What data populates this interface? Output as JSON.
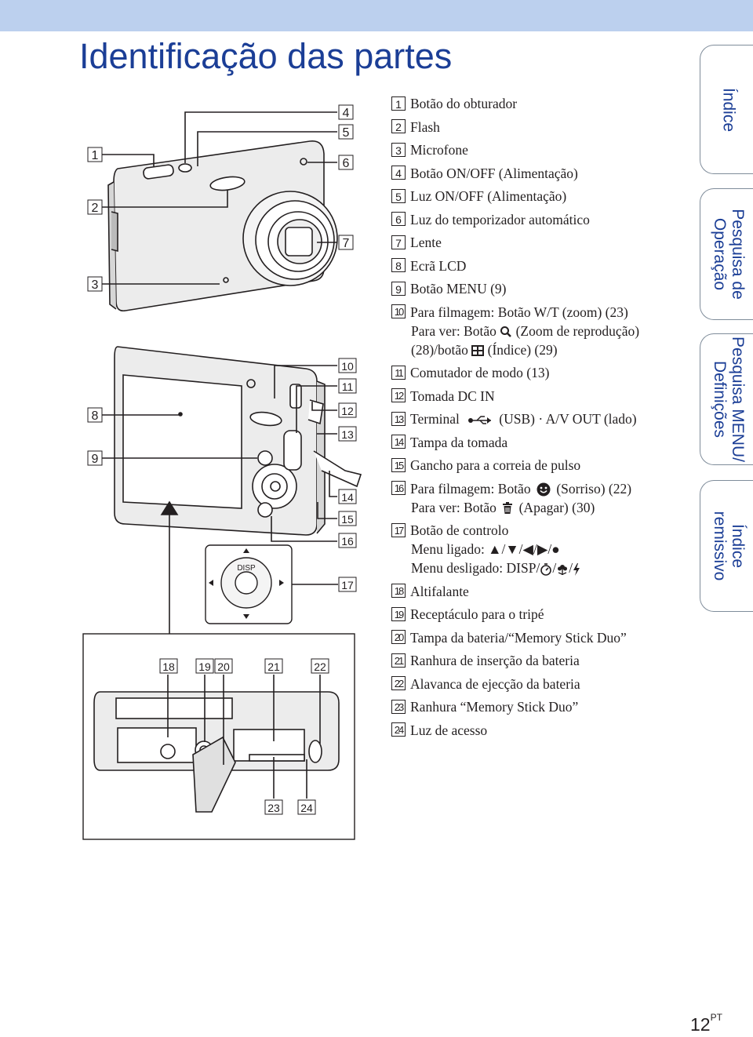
{
  "header": {
    "title": "Identificação das partes"
  },
  "parts": [
    {
      "n": "1",
      "lines": [
        "Botão do obturador"
      ]
    },
    {
      "n": "2",
      "lines": [
        "Flash"
      ]
    },
    {
      "n": "3",
      "lines": [
        "Microfone"
      ]
    },
    {
      "n": "4",
      "lines": [
        "Botão ON/OFF (Alimentação)"
      ]
    },
    {
      "n": "5",
      "lines": [
        "Luz ON/OFF (Alimentação)"
      ]
    },
    {
      "n": "6",
      "lines": [
        "Luz do temporizador automático"
      ]
    },
    {
      "n": "7",
      "lines": [
        "Lente"
      ]
    },
    {
      "n": "8",
      "lines": [
        "Ecrã LCD"
      ]
    },
    {
      "n": "9",
      "lines": [
        "Botão MENU (9)"
      ]
    },
    {
      "n": "10",
      "lines": [
        "Para filmagem: Botão W/T (zoom) (23)",
        "Para ver: Botão",
        "(Zoom de reprodução)",
        "(28)/botão",
        "(Índice) (29)"
      ]
    },
    {
      "n": "11",
      "lines": [
        "Comutador de modo (13)"
      ]
    },
    {
      "n": "12",
      "lines": [
        "Tomada DC IN"
      ]
    },
    {
      "n": "13",
      "lines": [
        "Terminal",
        "(USB) · A/V OUT (lado)"
      ]
    },
    {
      "n": "14",
      "lines": [
        "Tampa da tomada"
      ]
    },
    {
      "n": "15",
      "lines": [
        "Gancho para a correia de pulso"
      ]
    },
    {
      "n": "16",
      "lines": [
        "Para filmagem: Botão",
        "(Sorriso) (22)",
        "Para ver: Botão",
        "(Apagar) (30)"
      ]
    },
    {
      "n": "17",
      "lines": [
        "Botão de controlo",
        "Menu ligado: ▲/▼/◀/▶/●",
        "Menu desligado: DISP/",
        "/",
        "/"
      ]
    },
    {
      "n": "18",
      "lines": [
        "Altifalante"
      ]
    },
    {
      "n": "19",
      "lines": [
        "Receptáculo para o tripé"
      ]
    },
    {
      "n": "20",
      "lines": [
        "Tampa da bateria/“Memory Stick Duo”"
      ]
    },
    {
      "n": "21",
      "lines": [
        "Ranhura de inserção da bateria"
      ]
    },
    {
      "n": "22",
      "lines": [
        "Alavanca de ejecção da bateria"
      ]
    },
    {
      "n": "23",
      "lines": [
        "Ranhura “Memory Stick Duo”"
      ]
    },
    {
      "n": "24",
      "lines": [
        "Luz de acesso"
      ]
    }
  ],
  "illustration": {
    "disp_label": "DISP"
  },
  "side_tabs": [
    {
      "label": "Índice"
    },
    {
      "label1": "Pesquisa de",
      "label2": "Operação"
    },
    {
      "label1": "Pesquisa MENU/",
      "label2": "Definições"
    },
    {
      "label1": "Índice",
      "label2": "remissivo"
    }
  ],
  "footer": {
    "page": "12",
    "lang": "PT"
  },
  "colors": {
    "title": "#1b3e96",
    "topbar": "#bcd0ee"
  }
}
